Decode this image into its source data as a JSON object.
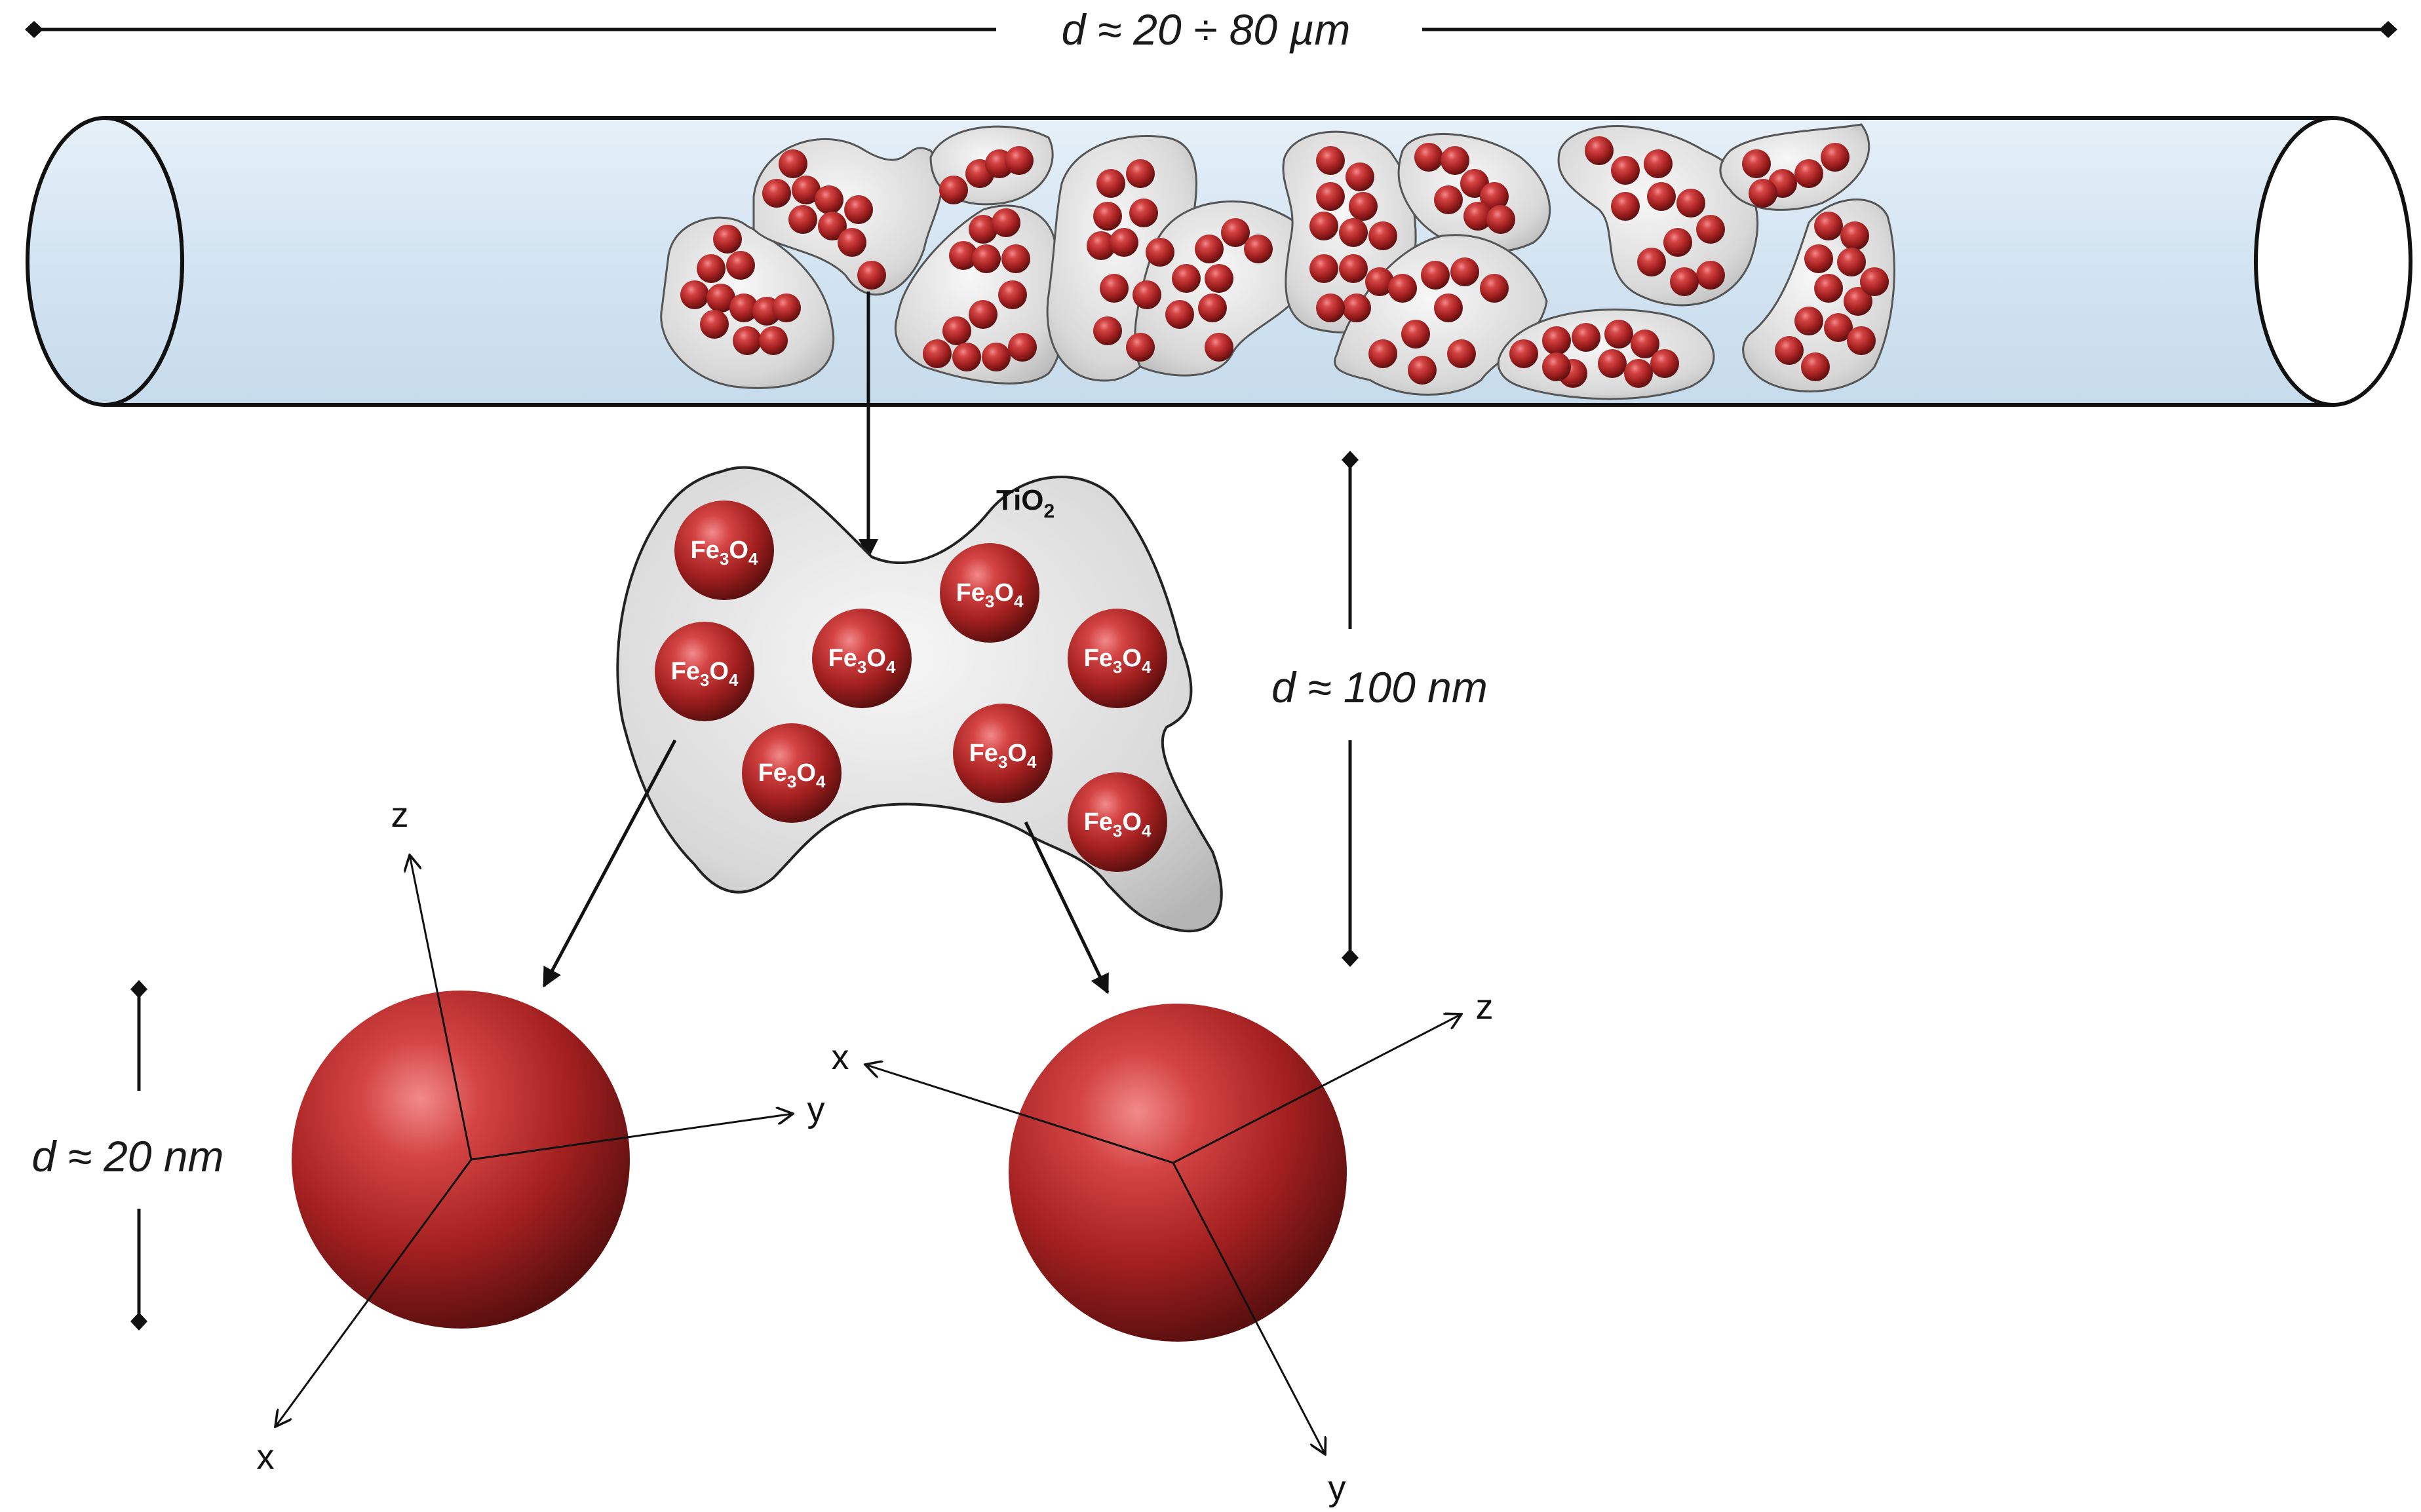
{
  "dimensions": {
    "tube_label": "d ≈ 20 ÷ 80 µm",
    "cluster_label": "d ≈ 100 nm",
    "particle_label": "d ≈ 20 nm"
  },
  "materials": {
    "matrix_main": "TiO",
    "matrix_sub": "2",
    "particle_main_a": "Fe",
    "particle_sub_a": "3",
    "particle_main_b": "O",
    "particle_sub_b": "4"
  },
  "axes": {
    "left": {
      "x": "x",
      "y": "y",
      "z": "z"
    },
    "right": {
      "x": "x",
      "y": "y",
      "z": "z"
    }
  },
  "colors": {
    "tube_fill": "#d6e6f3",
    "cluster_fill": "#d9d9d9",
    "particle": "#b52a2a"
  }
}
